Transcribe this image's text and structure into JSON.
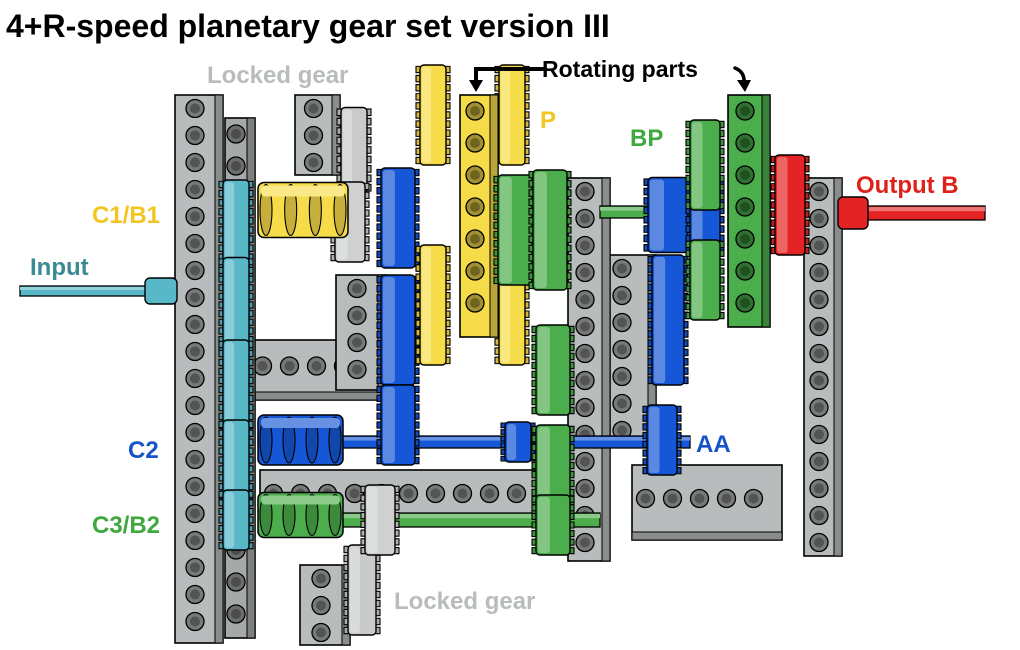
{
  "title": "4+R-speed planetary gear set version III",
  "labels": {
    "rotating_parts": "Rotating parts",
    "locked_gear_top": "Locked gear",
    "locked_gear_bottom": "Locked gear",
    "p": "P",
    "bp": "BP",
    "output_b": "Output B",
    "c1_b1": "C1/B1",
    "input": "Input",
    "c2": "C2",
    "aa": "AA",
    "c3_b2": "C3/B2"
  },
  "colors": {
    "grey": "#b8bcbc",
    "locked_label": "#b9bcbc",
    "yellow": "#f7dc4a",
    "yellow_label": "#f2c522",
    "green": "#4cad4c",
    "green_label": "#3fa83f",
    "blue": "#1557d6",
    "blue_label": "#1553c9",
    "teal": "#58b8c8",
    "teal_label": "#3b8a93",
    "red": "#e42424",
    "red_label": "#e0211a"
  }
}
